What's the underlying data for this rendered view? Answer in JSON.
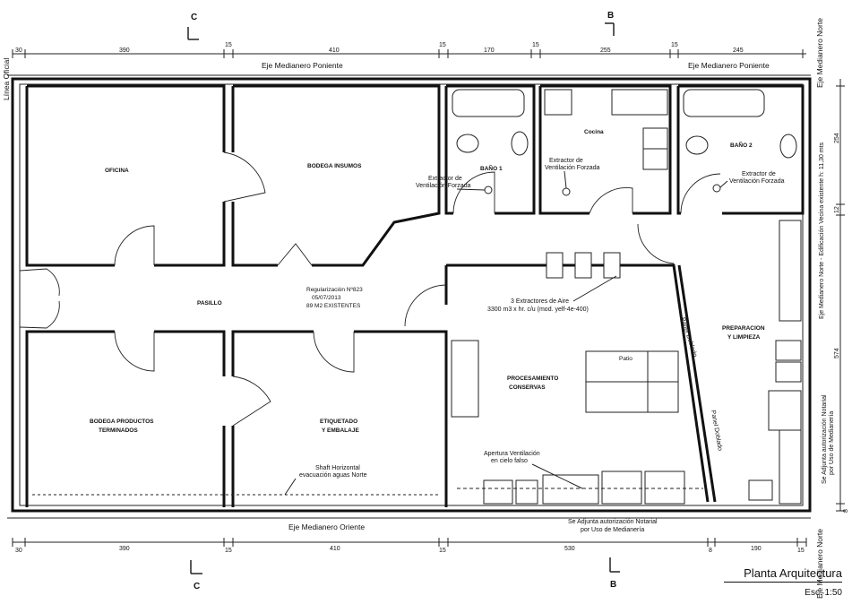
{
  "sections": {
    "c_top": "C",
    "b_top": "B",
    "c_bottom": "C",
    "b_bottom": "B"
  },
  "dims_top": [
    "30",
    "390",
    "15",
    "410",
    "15",
    "170",
    "15",
    "255",
    "15",
    "245"
  ],
  "dims_bottom": [
    "30",
    "390",
    "15",
    "410",
    "15",
    "530",
    "8",
    "190",
    "15"
  ],
  "dims_right": [
    "254",
    "12",
    "574",
    "8"
  ],
  "axes": {
    "poniente_left": "Eje Medianero Poniente",
    "poniente_right": "Eje Medianero Poniente",
    "oriente": "Eje Medianero Oriente",
    "norte_top": "Eje Medianero Norte",
    "norte_bottom": "Eje Medianero Norte",
    "linea_oficial": "Línea Oficial"
  },
  "rooms": {
    "oficina": "OFICINA",
    "bodega_insumos": "BODEGA INSUMOS",
    "bano1": "BAÑO 1",
    "cocina": "Cocina",
    "bano2": "BAÑO 2",
    "pasillo": "PASILLO",
    "bodega_productos": [
      "BODEGA PRODUCTOS",
      "TERMINADOS"
    ],
    "etiquetado": [
      "ETIQUETADO",
      "Y EMBALAJE"
    ],
    "procesamiento": [
      "PROCESAMIENTO",
      "CONSERVAS"
    ],
    "preparacion": [
      "PREPARACION",
      "Y LIMPIEZA"
    ]
  },
  "notes": {
    "extractor_bano1": [
      "Extractor de",
      "Ventilación Forzada"
    ],
    "extractor_cocina": [
      "Extractor de",
      "Ventilación Forzada"
    ],
    "extractor_bano2": [
      "Extractor de",
      "Ventilación Forzada"
    ],
    "regularizacion": [
      "Regularización  Nº823",
      "05/07/2013",
      "89 M2 EXISTENTES"
    ],
    "extracciones": [
      "3 Extractores de Aire",
      "3300 m3 x hr. c/u (mod. yelf-4e-400)"
    ],
    "patio": "Patio",
    "panel_doble_1": "Panel Doblado",
    "panel_doble_2": "Panel Doblado",
    "apertura": [
      "Apertura Ventilación",
      "en cielo falso"
    ],
    "shaft": [
      "Shaft Horizontal",
      "evacuación aguas Norte"
    ],
    "adjunta_oriente": [
      "Se Adjunta autorización Notarial",
      "por Uso de Medianería"
    ],
    "edificacion_vecina": "Eje Medianero Norte - Edificación Vecina existente h: 11,30 mts",
    "adjunta_norte": [
      "Se Adjunta autorización Notarial",
      "por Uso de Medianería"
    ]
  },
  "title_block": {
    "title": "Planta Arquitectura",
    "scale": "Esc. 1:50"
  }
}
